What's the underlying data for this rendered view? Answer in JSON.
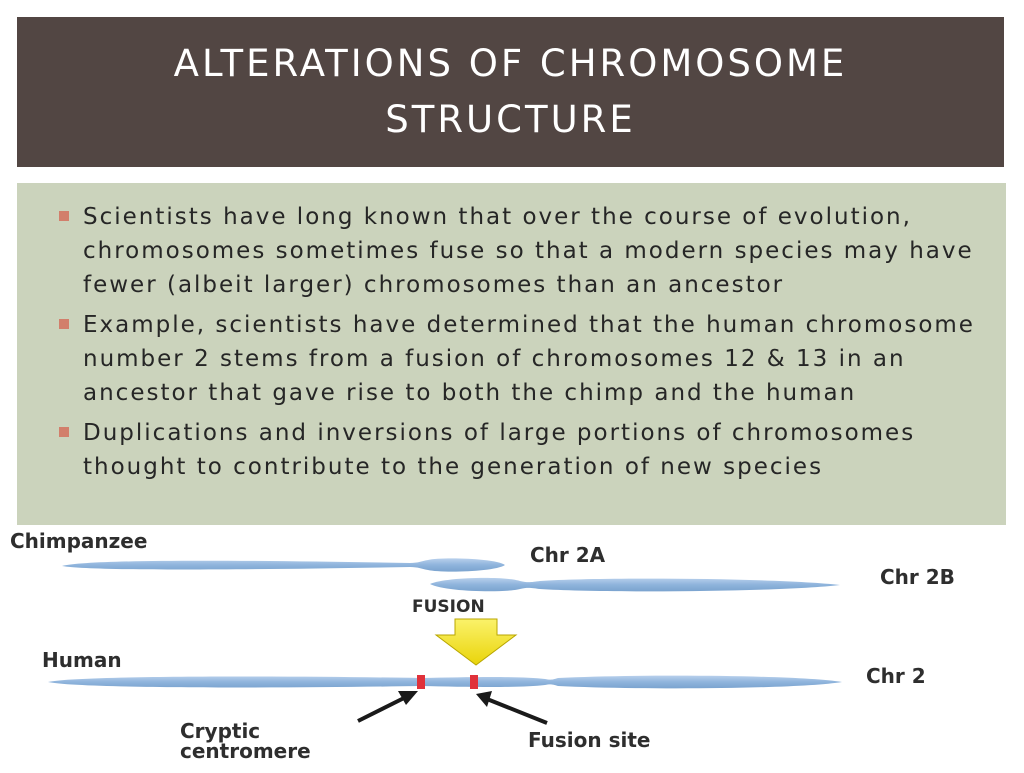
{
  "slide": {
    "title": "ALTERATIONS OF CHROMOSOME STRUCTURE",
    "bullets": [
      "Scientists have long known that over the course of evolution, chromosomes sometimes fuse so that a modern species may have fewer (albeit larger) chromosomes than an ancestor",
      "Example, scientists have determined that the human chromosome number 2 stems from a fusion of chromosomes 12 & 13 in an ancestor that gave rise to both the chimp and the human",
      "Duplications and inversions of large portions of chromosomes thought to contribute to the generation of new species"
    ]
  },
  "diagram": {
    "chimpanzee_label": "Chimpanzee",
    "chr2a_label": "Chr 2A",
    "chr2b_label": "Chr 2B",
    "fusion_label": "FUSION",
    "human_label": "Human",
    "chr2_label": "Chr 2",
    "cryptic_line1": "Cryptic",
    "cryptic_line2": "centromere",
    "fusion_site_label": "Fusion site"
  },
  "colors": {
    "title_bar": "#524643",
    "content_box": "#cbd3bc",
    "bullet_marker": "#d27f6b",
    "chromosome": "#8fb4dc",
    "arrow": "#f3e21b",
    "fusion_band": "#e0313a"
  }
}
